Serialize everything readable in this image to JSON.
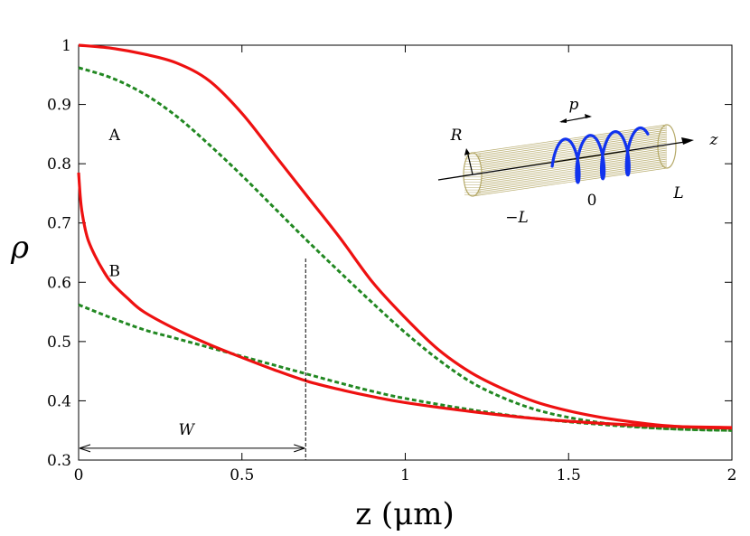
{
  "chart_data": {
    "type": "line",
    "xlabel": "z (μm)",
    "ylabel": "ρ",
    "xlim": [
      0,
      2
    ],
    "ylim": [
      0.3,
      1.0
    ],
    "x_ticks": [
      "0",
      "0.5",
      "1",
      "1.5",
      "2"
    ],
    "y_ticks": [
      "0.3",
      "0.4",
      "0.5",
      "0.6",
      "0.7",
      "0.8",
      "0.9",
      "1"
    ],
    "grid": false,
    "legend": "none",
    "series": [
      {
        "style": "solid",
        "color": "#ee1111",
        "group": "A",
        "x": [
          0,
          0.1,
          0.2,
          0.3,
          0.4,
          0.5,
          0.6,
          0.7,
          0.8,
          0.9,
          1.0,
          1.1,
          1.2,
          1.3,
          1.4,
          1.5,
          1.6,
          1.7,
          1.8,
          1.9,
          2.0
        ],
        "y": [
          1.0,
          0.995,
          0.985,
          0.97,
          0.94,
          0.885,
          0.815,
          0.745,
          0.675,
          0.6,
          0.54,
          0.487,
          0.448,
          0.42,
          0.398,
          0.383,
          0.372,
          0.364,
          0.358,
          0.355,
          0.354
        ]
      },
      {
        "style": "dashed",
        "color": "#228822",
        "group": "A",
        "x": [
          0,
          0.1,
          0.2,
          0.3,
          0.4,
          0.5,
          0.6,
          0.7,
          0.8,
          0.9,
          1.0,
          1.1,
          1.2,
          1.3,
          1.4,
          1.5,
          1.6,
          1.7,
          1.8,
          1.9,
          2.0
        ],
        "y": [
          0.962,
          0.945,
          0.918,
          0.88,
          0.832,
          0.78,
          0.725,
          0.67,
          0.617,
          0.565,
          0.515,
          0.47,
          0.432,
          0.405,
          0.385,
          0.372,
          0.363,
          0.357,
          0.353,
          0.351,
          0.35
        ]
      },
      {
        "style": "solid",
        "color": "#ee1111",
        "group": "B",
        "x": [
          0,
          0.005,
          0.01,
          0.02,
          0.03,
          0.05,
          0.075,
          0.1,
          0.15,
          0.2,
          0.3,
          0.4,
          0.5,
          0.6,
          0.7,
          0.8,
          0.9,
          1.0,
          1.2,
          1.4,
          1.6,
          1.8,
          2.0
        ],
        "y": [
          0.785,
          0.745,
          0.72,
          0.69,
          0.67,
          0.645,
          0.62,
          0.6,
          0.573,
          0.55,
          0.52,
          0.495,
          0.473,
          0.452,
          0.433,
          0.419,
          0.407,
          0.397,
          0.382,
          0.37,
          0.362,
          0.357,
          0.355
        ]
      },
      {
        "style": "dashed",
        "color": "#228822",
        "group": "B",
        "x": [
          0,
          0.1,
          0.2,
          0.3,
          0.4,
          0.5,
          0.6,
          0.7,
          0.8,
          0.9,
          1.0,
          1.2,
          1.4,
          1.6,
          1.8,
          2.0
        ],
        "y": [
          0.562,
          0.54,
          0.52,
          0.505,
          0.49,
          0.475,
          0.46,
          0.445,
          0.43,
          0.416,
          0.404,
          0.385,
          0.37,
          0.36,
          0.353,
          0.35
        ]
      }
    ],
    "annotations": [
      {
        "text": "A",
        "x": 0.11,
        "y": 0.84
      },
      {
        "text": "B",
        "x": 0.11,
        "y": 0.61
      },
      {
        "text": "W",
        "x": 0.33,
        "y": 0.343
      }
    ],
    "marker_line_x": 0.695,
    "inset": {
      "labels": [
        "R",
        "p",
        "z",
        "0",
        "L",
        "−L"
      ],
      "cylinder_color": "#b6aa6a",
      "helix_color": "#1133ee"
    }
  }
}
